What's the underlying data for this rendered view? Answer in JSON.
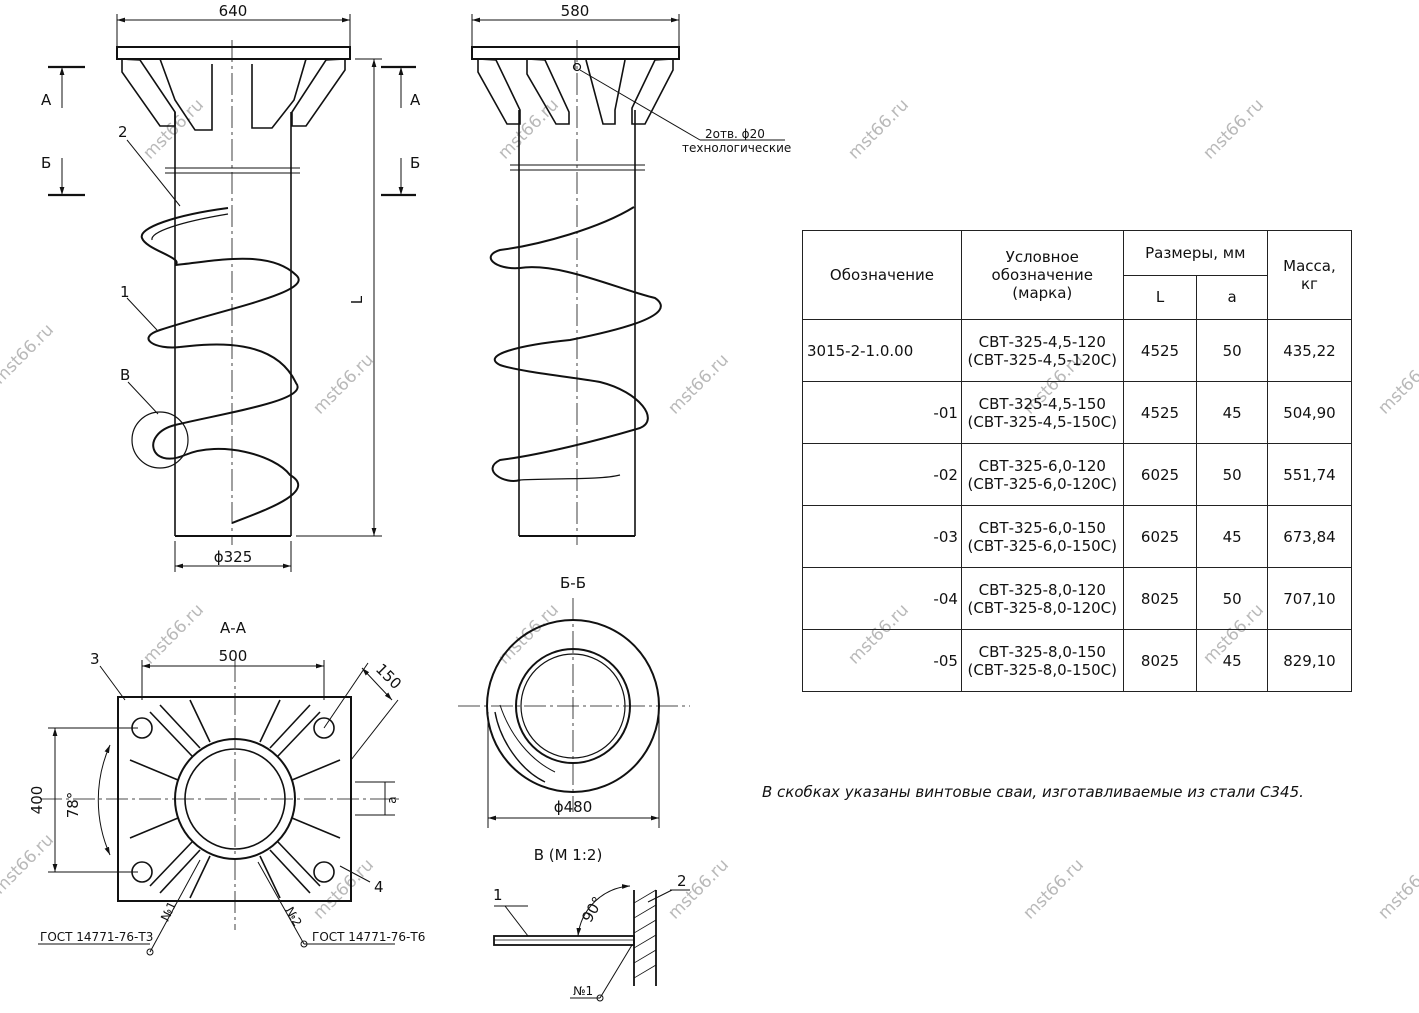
{
  "views": {
    "front": {
      "top_width": "640",
      "diameter": "ϕ325",
      "label_section_a": "А",
      "label_section_b": "Б",
      "dim_length": "L",
      "callout_2": "2",
      "callout_1": "1",
      "callout_detail": "В"
    },
    "side": {
      "top_width": "580",
      "holes_note_line1": "2отв. ϕ20",
      "holes_note_line2": "технологические"
    },
    "section_aa": {
      "title": "А-А",
      "width": "500",
      "height": "400",
      "offset": "150",
      "angle": "78°",
      "dim_a": "a",
      "callout_3": "3",
      "callout_4": "4",
      "weld_1": "№1",
      "weld_2": "№2",
      "gost_left": "ГОСТ 14771-76-Т3",
      "gost_right": "ГОСТ 14771-76-Т6"
    },
    "section_bb": {
      "title": "Б-Б",
      "diameter": "ϕ480"
    },
    "detail_v": {
      "title": "В (М 1:2)",
      "angle": "90°",
      "callout_1": "1",
      "callout_2": "2",
      "weld_1": "№1"
    }
  },
  "table": {
    "headers": {
      "designation": "Обозначение",
      "mark_line1": "Условное",
      "mark_line2": "обозначение",
      "mark_line3": "(марка)",
      "sizes": "Размеры, мм",
      "L": "L",
      "a": "a",
      "mass_line1": "Масса,",
      "mass_line2": "кг"
    },
    "rows": [
      {
        "designation": "3015-2-1.0.00",
        "mark1": "СВТ-325-4,5-120",
        "mark2": "(СВТ-325-4,5-120С)",
        "L": "4525",
        "a": "50",
        "mass": "435,22"
      },
      {
        "designation": "-01",
        "mark1": "СВТ-325-4,5-150",
        "mark2": "(СВТ-325-4,5-150С)",
        "L": "4525",
        "a": "45",
        "mass": "504,90"
      },
      {
        "designation": "-02",
        "mark1": "СВТ-325-6,0-120",
        "mark2": "(СВТ-325-6,0-120С)",
        "L": "6025",
        "a": "50",
        "mass": "551,74"
      },
      {
        "designation": "-03",
        "mark1": "СВТ-325-6,0-150",
        "mark2": "(СВТ-325-6,0-150С)",
        "L": "6025",
        "a": "45",
        "mass": "673,84"
      },
      {
        "designation": "-04",
        "mark1": "СВТ-325-8,0-120",
        "mark2": "(СВТ-325-8,0-120С)",
        "L": "8025",
        "a": "50",
        "mass": "707,10"
      },
      {
        "designation": "-05",
        "mark1": "СВТ-325-8,0-150",
        "mark2": "(СВТ-325-8,0-150С)",
        "L": "8025",
        "a": "45",
        "mass": "829,10"
      }
    ]
  },
  "note": "В скобках указаны винтовые сваи, изготавливаемые из стали С345.",
  "watermark": "mst66.ru"
}
